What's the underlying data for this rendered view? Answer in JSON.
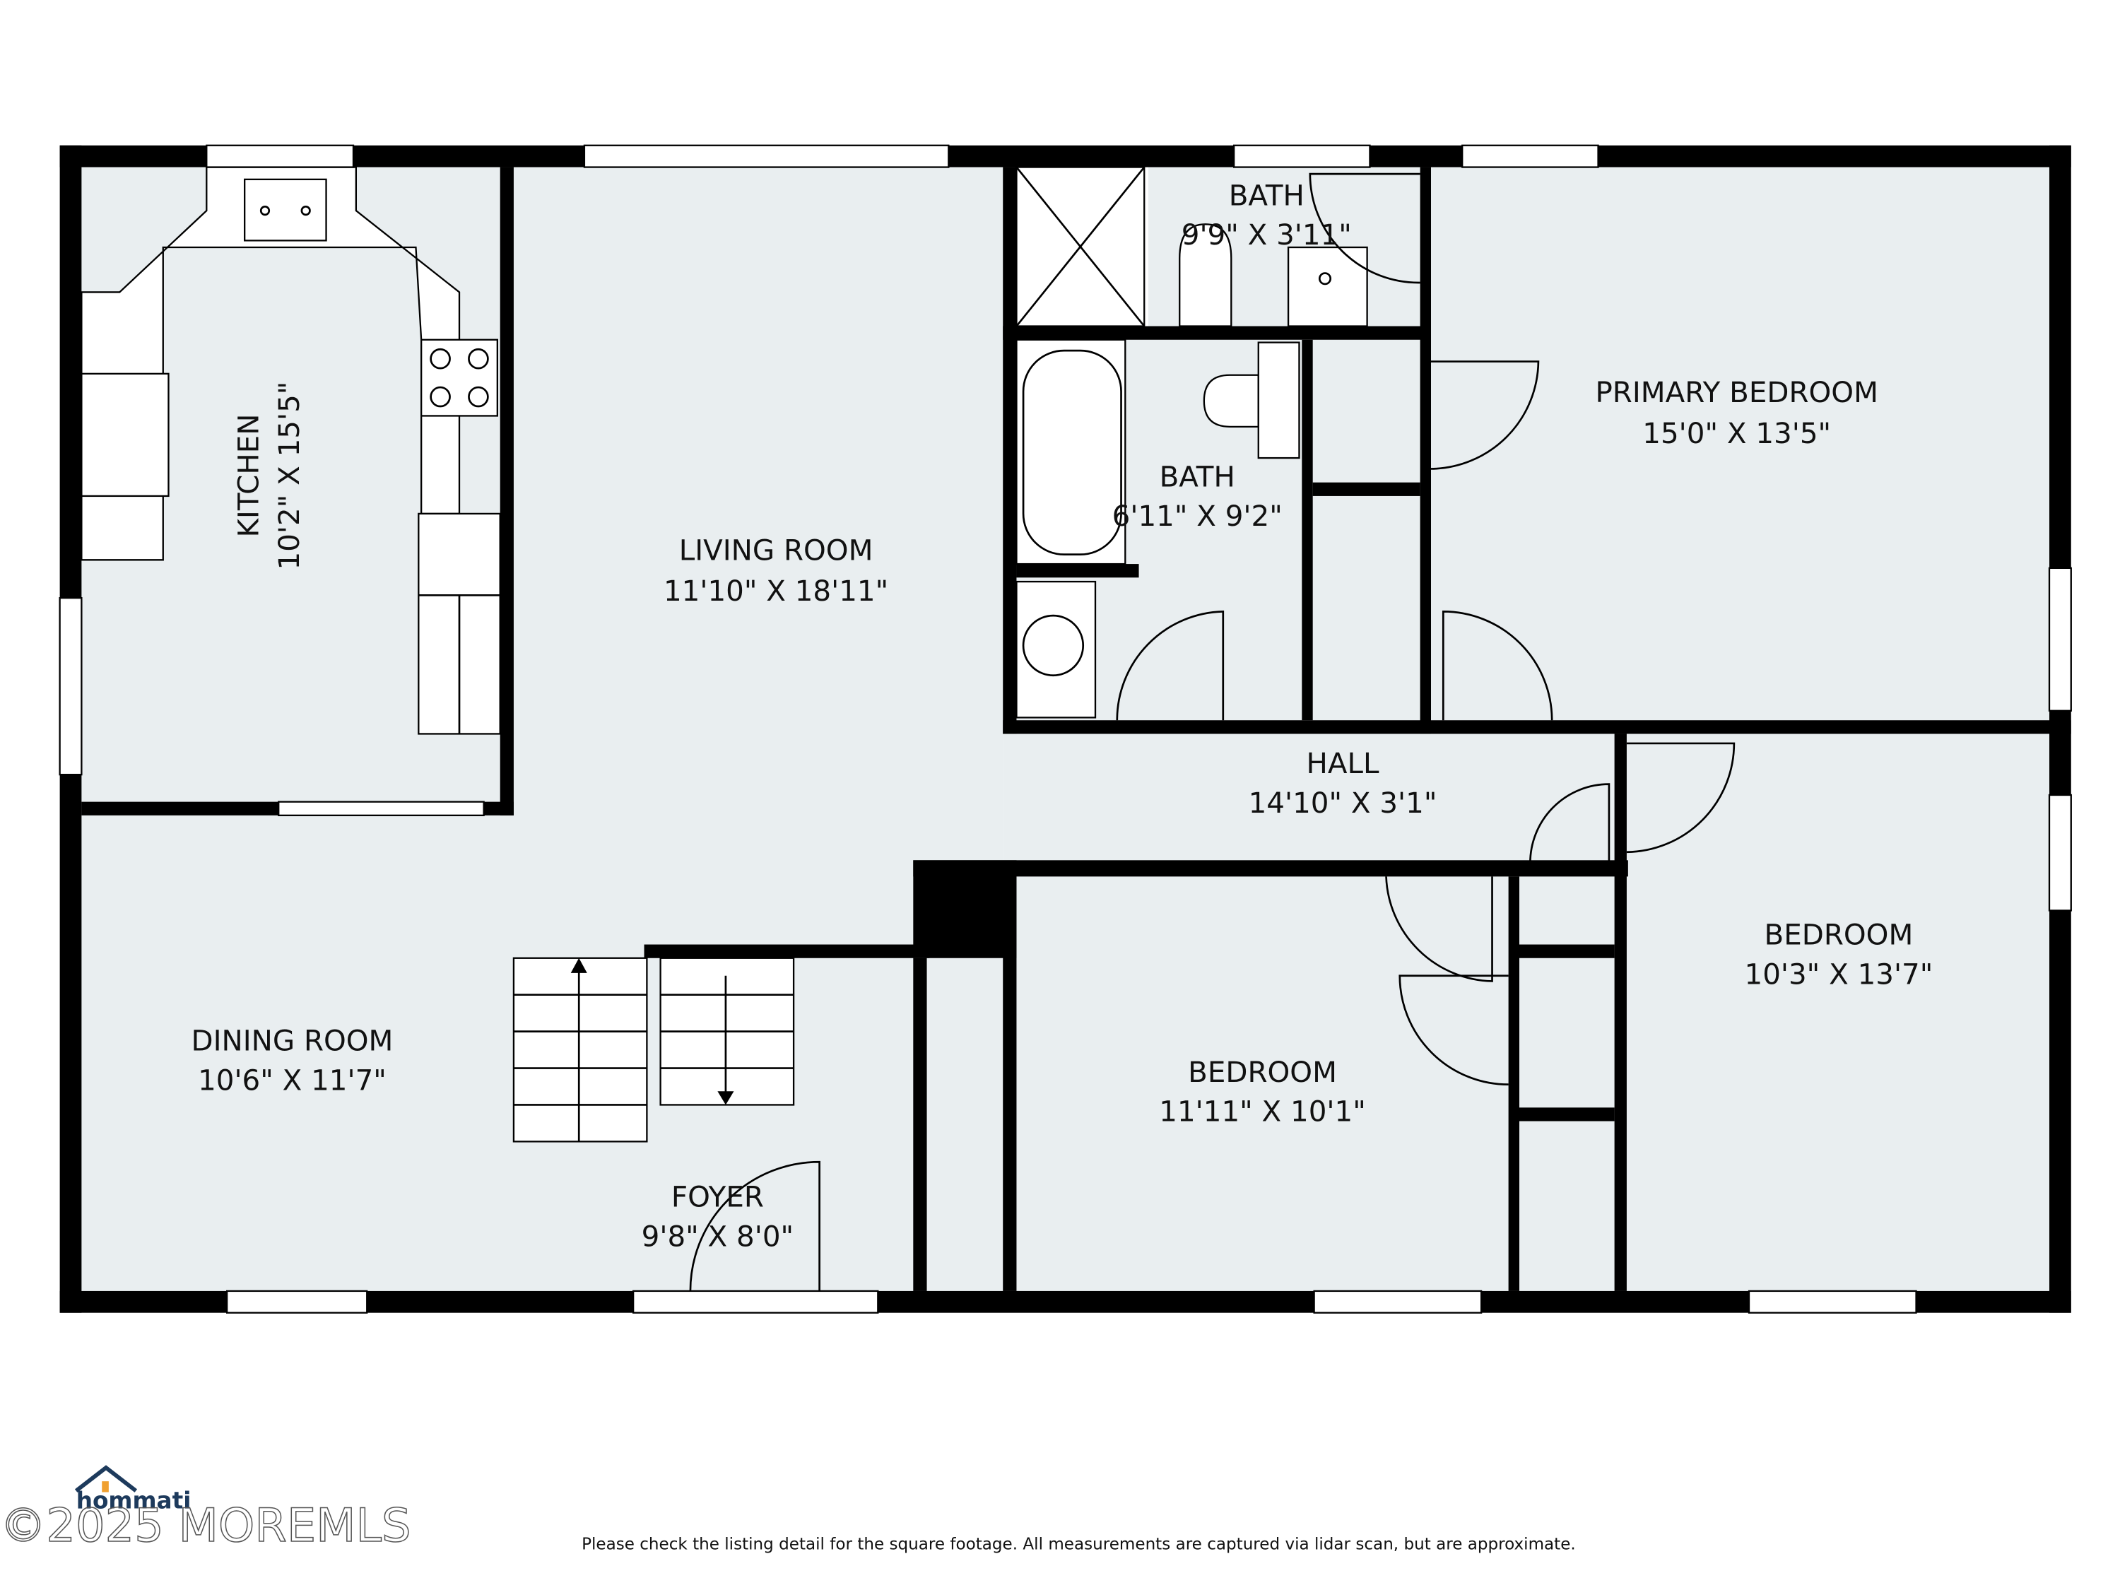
{
  "rooms": {
    "kitchen": {
      "name": "KITCHEN",
      "size": "10'2\" X 15'5\""
    },
    "living_room": {
      "name": "LIVING ROOM",
      "size": "11'10\" X 18'11\""
    },
    "bath_top": {
      "name": "BATH",
      "size": "9'9\" X 3'11\""
    },
    "bath_main": {
      "name": "BATH",
      "size": "6'11\" X 9'2\""
    },
    "primary_bedroom": {
      "name": "PRIMARY BEDROOM",
      "size": "15'0\" X 13'5\""
    },
    "hall": {
      "name": "HALL",
      "size": "14'10\" X 3'1\""
    },
    "bedroom_right": {
      "name": "BEDROOM",
      "size": "10'3\" X 13'7\""
    },
    "bedroom_middle": {
      "name": "BEDROOM",
      "size": "11'11\" X 10'1\""
    },
    "dining_room": {
      "name": "DINING ROOM",
      "size": "10'6\" X 11'7\""
    },
    "foyer": {
      "name": "FOYER",
      "size": "9'8\" X 8'0\""
    }
  },
  "footer": {
    "logo": "hommati",
    "watermark": "©2025 MOREMLS",
    "disclaimer": "Please check the listing detail for the square footage. All measurements are captured via lidar scan, but are approximate."
  },
  "colors": {
    "floor": "#e9eef0",
    "wall": "#000000",
    "logo_blue": "#1d3a5c",
    "logo_orange": "#f0a030"
  }
}
